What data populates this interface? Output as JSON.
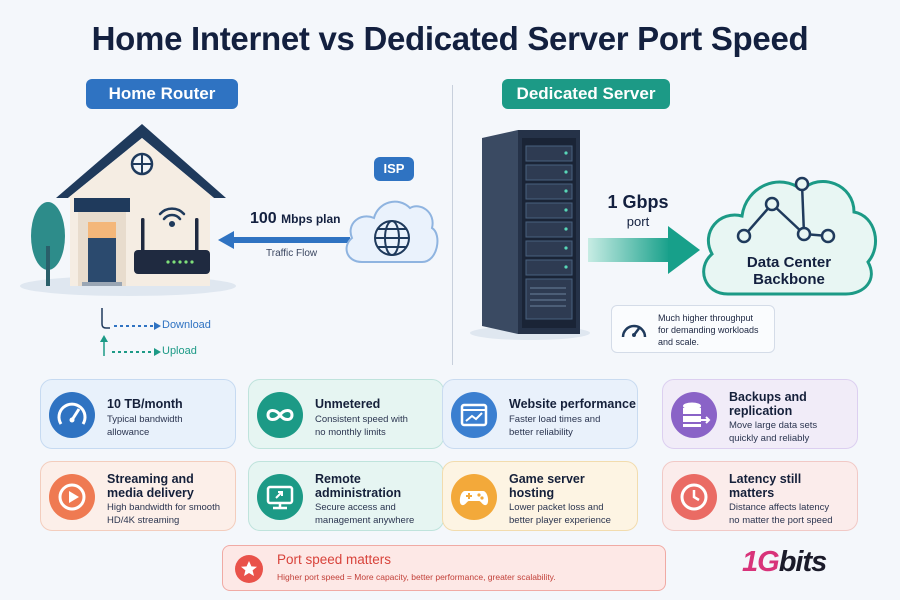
{
  "title": "Home Internet vs Dedicated Server Port Speed",
  "left": {
    "badge": "Home Router",
    "isp": "ISP",
    "plan_speed": "100",
    "plan_suffix": "Mbps plan",
    "traffic": "Traffic Flow",
    "download": "Download",
    "upload": "Upload"
  },
  "right": {
    "badge": "Dedicated Server",
    "port_speed": "1 Gbps",
    "port_label": "port",
    "backbone_line1": "Data Center",
    "backbone_line2": "Backbone",
    "throughput_note": [
      "Much higher throughput",
      "for demanding workloads",
      "and scale."
    ]
  },
  "cards": [
    {
      "title": [
        "10 TB/month"
      ],
      "desc": [
        "Typical bandwidth",
        "allowance"
      ],
      "icon": "speedometer-icon"
    },
    {
      "title": [
        "Unmetered"
      ],
      "desc": [
        "Consistent speed with",
        "no monthly limits"
      ],
      "icon": "infinity-icon"
    },
    {
      "title": [
        "Website performance"
      ],
      "desc": [
        "Faster load times and",
        "better reliability"
      ],
      "icon": "browser-chart-icon"
    },
    {
      "title": [
        "Backups and",
        "replication"
      ],
      "desc": [
        "Move large data sets",
        "quickly and reliably"
      ],
      "icon": "database-icon"
    },
    {
      "title": [
        "Streaming and",
        "media delivery"
      ],
      "desc": [
        "High bandwidth for smooth",
        "HD/4K streaming"
      ],
      "icon": "play-icon"
    },
    {
      "title": [
        "Remote",
        "administration"
      ],
      "desc": [
        "Secure access and",
        "management anywhere"
      ],
      "icon": "monitor-icon"
    },
    {
      "title": [
        "Game server",
        "hosting"
      ],
      "desc": [
        "Lower packet loss and",
        "better player experience"
      ],
      "icon": "gamepad-icon"
    },
    {
      "title": [
        "Latency still",
        "matters"
      ],
      "desc": [
        "Distance affects latency",
        "no matter the port speed"
      ],
      "icon": "clock-icon"
    }
  ],
  "banner": {
    "title": "Port speed matters",
    "subtitle": "Higher port speed = More capacity, better performance, greater scalability.",
    "icon": "star-icon"
  },
  "logo": {
    "text": "1Gbits"
  },
  "colors": {
    "blue": "#2f73c2",
    "green": "#1c9a86",
    "title": "#13203f",
    "accent_red": "#e9524a"
  }
}
